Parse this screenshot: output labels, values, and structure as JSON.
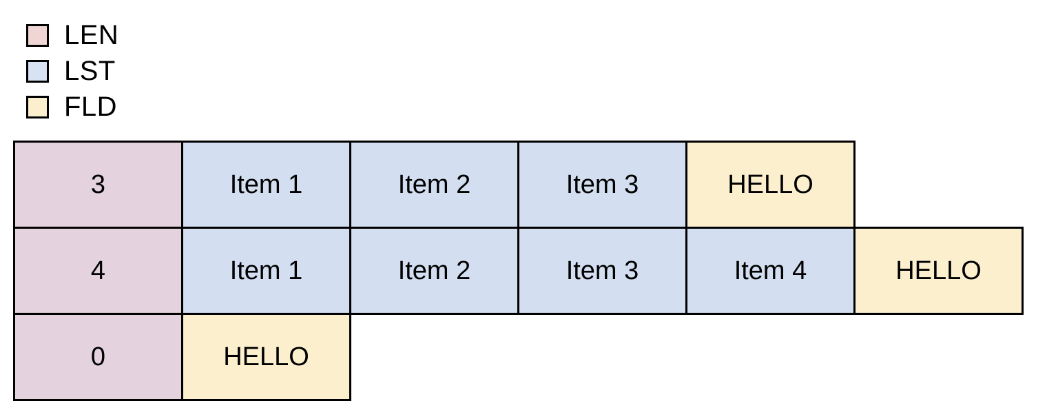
{
  "legend": {
    "items": [
      {
        "label": "LEN",
        "color": "#efd6d4",
        "kind": "len"
      },
      {
        "label": "LST",
        "color": "#d7e3f3",
        "kind": "lst"
      },
      {
        "label": "FLD",
        "color": "#fbefcd",
        "kind": "fld"
      }
    ]
  },
  "diagram": {
    "colors": {
      "len_cell": "#e4d2de",
      "lst_cell": "#d3dff0",
      "fld_cell": "#fbefcd",
      "border": "#000000",
      "background": "#ffffff"
    },
    "rows": [
      {
        "cells": [
          {
            "text": "3",
            "kind": "len"
          },
          {
            "text": "Item 1",
            "kind": "lst"
          },
          {
            "text": "Item 2",
            "kind": "lst"
          },
          {
            "text": "Item 3",
            "kind": "lst"
          },
          {
            "text": "HELLO",
            "kind": "fld"
          }
        ]
      },
      {
        "cells": [
          {
            "text": "4",
            "kind": "len"
          },
          {
            "text": "Item 1",
            "kind": "lst"
          },
          {
            "text": "Item 2",
            "kind": "lst"
          },
          {
            "text": "Item 3",
            "kind": "lst"
          },
          {
            "text": "Item 4",
            "kind": "lst"
          },
          {
            "text": "HELLO",
            "kind": "fld"
          }
        ]
      },
      {
        "cells": [
          {
            "text": "0",
            "kind": "len"
          },
          {
            "text": "HELLO",
            "kind": "fld"
          }
        ]
      }
    ]
  }
}
